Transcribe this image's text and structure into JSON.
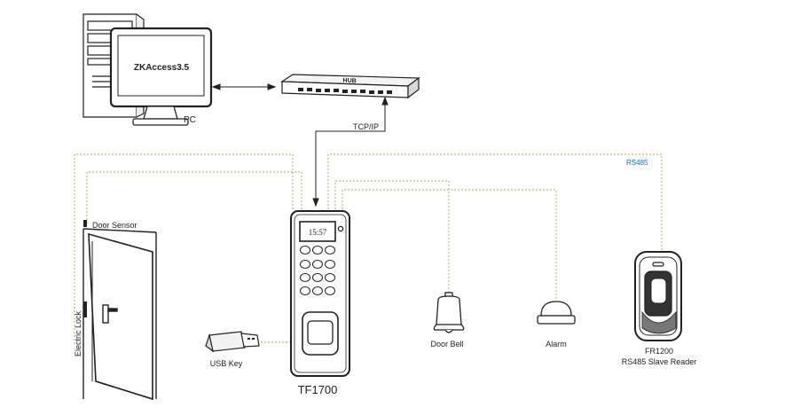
{
  "pc": {
    "screen_text": "ZKAccess3.5",
    "label": "PC"
  },
  "hub": {
    "label": "HUB"
  },
  "links": {
    "tcpip": "TCP/IP",
    "rs485": "RS485"
  },
  "door": {
    "sensor_label": "Door Sensor",
    "lock_label": "Electric Lock"
  },
  "usb": {
    "label": "USB Key"
  },
  "terminal": {
    "label": "TF1700",
    "clock": "15:57"
  },
  "door_bell": {
    "label": "Door Bell"
  },
  "alarm": {
    "label": "Alarm"
  },
  "slave_reader": {
    "model": "FR1200",
    "description": "RS485 Slave Reader"
  },
  "colors": {
    "line": "#222222",
    "dotted": "#b9b77a",
    "accent": "#1a6fa8"
  }
}
